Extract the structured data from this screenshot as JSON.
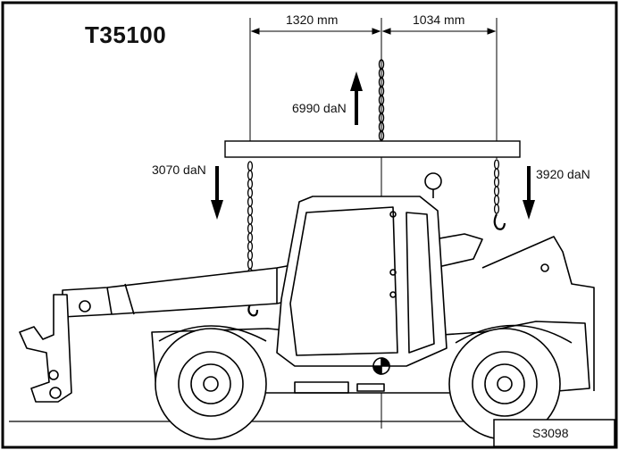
{
  "title": "T35100",
  "dimensions": {
    "left": "1320 mm",
    "right": "1034 mm"
  },
  "loads": {
    "center_up": "6990 daN",
    "left_down": "3070 daN",
    "right_down": "3920 daN"
  },
  "reference_code": "S3098"
}
